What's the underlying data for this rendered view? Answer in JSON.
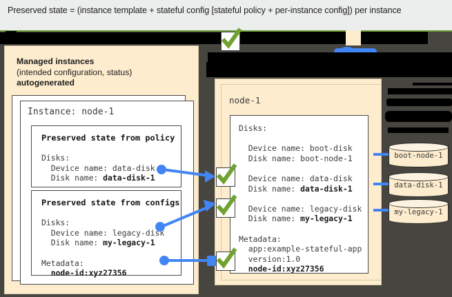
{
  "caption": {
    "text": "Preserved state = (instance template + stateful config [stateful policy + per-instance config]) per instance"
  },
  "left_panel": {
    "title_line1": "Managed instances",
    "title_line2": "(intended configuration, status)",
    "title_line3": "autogenerated",
    "instance_label": "Instance: node-1",
    "policy_card": {
      "header": "Preserved state from policy",
      "disks_label": "Disks:",
      "device_name": "  Device name: data-disk",
      "disk_name_prefix": "  Disk name: ",
      "disk_name_value": "data-disk-1"
    },
    "configs_card": {
      "header": "Preserved state from configs",
      "disks_label": "Disks:",
      "device_name": "  Device name: legacy-disk",
      "disk_name_prefix": "  Disk name: ",
      "disk_name_value": "my-legacy-1",
      "metadata_label": "Metadata:",
      "metadata_value": "  node-id:xyz27356"
    }
  },
  "right_panel": {
    "node_label": "node-1",
    "disks_label": "Disks:",
    "boot_device": "  Device name: boot-disk",
    "boot_disk": "  Disk name: boot-node-1",
    "data_device": "  Device name: data-disk",
    "data_disk_prefix": "  Disk name: ",
    "data_disk_value": "data-disk-1",
    "legacy_device": "  Device name: legacy-disk",
    "legacy_disk_prefix": "  Disk name: ",
    "legacy_disk_value": "my-legacy-1",
    "metadata_label": "Metadata:",
    "metadata_app": "  app:example-stateful-app",
    "metadata_version": "  version:1.0",
    "metadata_nodeid": "  node-id:xyz27356"
  },
  "disks": [
    {
      "name": "boot-node-1"
    },
    {
      "name": "data-disk-1"
    },
    {
      "name": "my-legacy-1"
    }
  ],
  "icons": {
    "check": "check-mark-icon"
  },
  "colors": {
    "cream": "#fdeccd",
    "dark_canvas": "#474540",
    "accent_blue": "#4285f4",
    "accent_green": "#6b9b37",
    "caption_band": "#eceded"
  }
}
